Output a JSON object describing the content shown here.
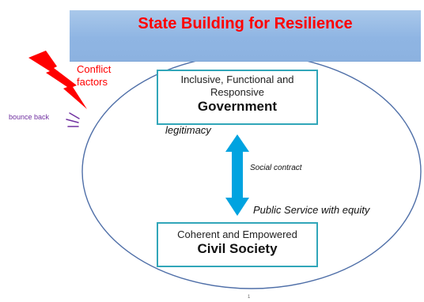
{
  "title": "State Building for Resilience",
  "conflict_label": "Conflict factors",
  "bounce_label": "bounce back",
  "government": {
    "line1": "Inclusive, Functional and",
    "line2": "Responsive",
    "name": "Government"
  },
  "civil_society": {
    "line1": "Coherent and Empowered",
    "name": "Civil Society"
  },
  "legitimacy_label": "legitimacy",
  "social_contract_label": "Social contract",
  "public_service_label": "Public Service with equity",
  "page_number": "1",
  "colors": {
    "title": "#ff0000",
    "banner": "#8fb5e3",
    "ellipse": "#4f6fa8",
    "box_border": "#31a6b9",
    "arrow": "#00a3e0",
    "lightning": "#ff0000",
    "bounce": "#7030a0"
  }
}
